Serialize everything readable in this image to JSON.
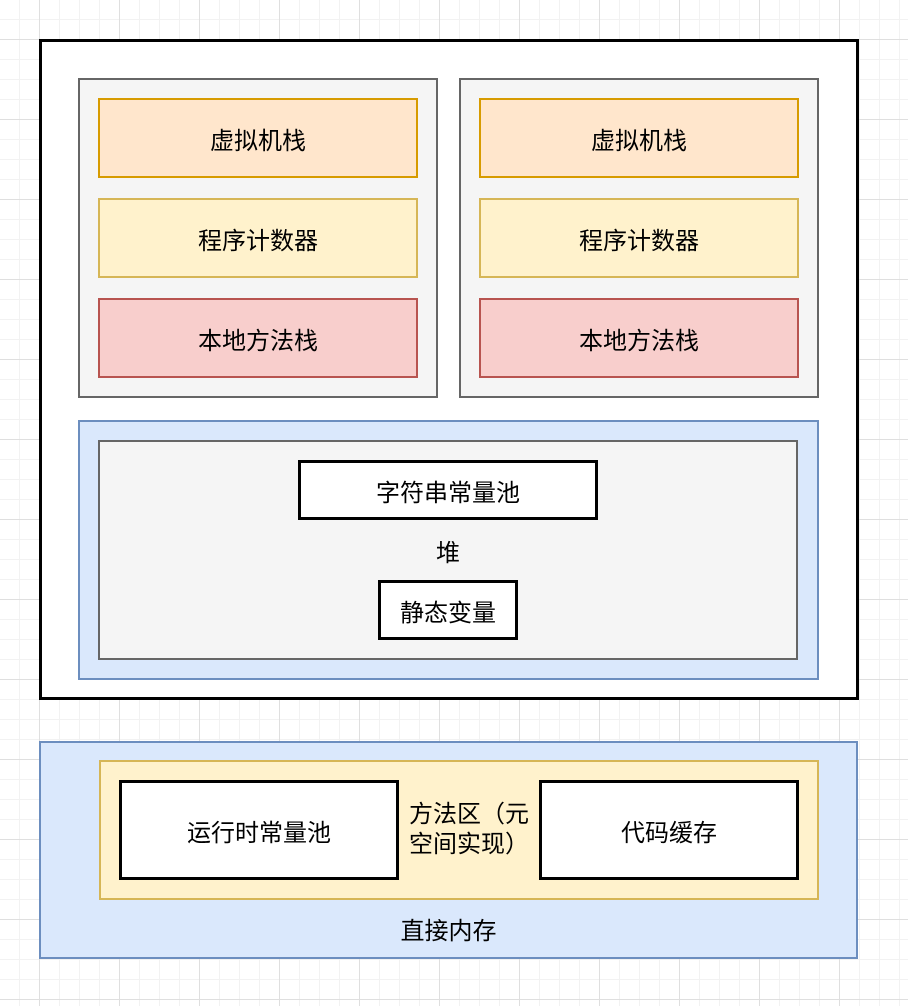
{
  "diagram": {
    "thread_groups": [
      {
        "items": [
          {
            "label": "虚拟机栈"
          },
          {
            "label": "程序计数器"
          },
          {
            "label": "本地方法栈"
          }
        ]
      },
      {
        "items": [
          {
            "label": "虚拟机栈"
          },
          {
            "label": "程序计数器"
          },
          {
            "label": "本地方法栈"
          }
        ]
      }
    ],
    "heap": {
      "label": "堆",
      "string_constant_pool": "字符串常量池",
      "static_variables": "静态变量"
    },
    "method_area": {
      "label": "方法区（元空间实现）",
      "runtime_constant_pool": "运行时常量池",
      "code_cache": "代码缓存"
    },
    "direct_memory_label": "直接内存"
  },
  "colors": {
    "vm_stack_fill": "#FFE6CC",
    "vm_stack_stroke": "#D79B00",
    "pc_fill": "#FFF2CC",
    "pc_stroke": "#D6B656",
    "native_stack_fill": "#F8CECC",
    "native_stack_stroke": "#B85450",
    "container_fill": "#F5F5F5",
    "container_stroke": "#666666",
    "blue_fill": "#DAE8FC",
    "blue_stroke": "#6C8EBF",
    "box_stroke": "#000000"
  }
}
